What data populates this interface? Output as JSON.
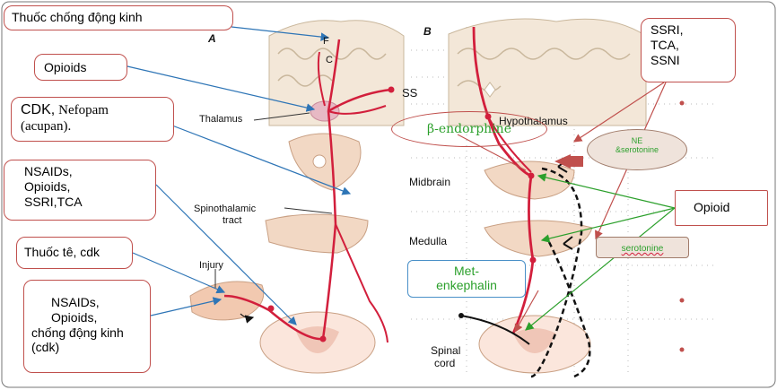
{
  "callouts": {
    "anticonvulsants": "Thuốc chống động kinh",
    "opioids_top": "Opioids",
    "cdk": "CDK,",
    "nefopam": "Nefopam",
    "acupan": "(acupan).",
    "nsaids_mid_1": "NSAIDs,",
    "nsaids_mid_2": "Opioids,",
    "nsaids_mid_3": "SSRI,TCA",
    "local_anesthetic": "Thuốc tê, cdk",
    "nsaids_low_1": "NSAIDs,",
    "nsaids_low_2": "Opioids,",
    "nsaids_low_3": "chống động kinh",
    "nsaids_low_4": "(cdk)",
    "ssri_1": "SSRI,",
    "ssri_2": "TCA,",
    "ssri_3": "SSNI",
    "opioid_right": "Opioid",
    "beta_endorphine": "β-endorphine",
    "met_1": "Met-",
    "met_2": "enkephalin",
    "ne_1": "NE",
    "ne_2": "&serotonine",
    "serotonine": "serotonine"
  },
  "anatomy": {
    "panel_a": "A",
    "panel_b": "B",
    "f": "F",
    "c": "C",
    "ss": "SS",
    "thalamus": "Thalamus",
    "spinothalamic_1": "Spinothalamic",
    "spinothalamic_2": "tract",
    "injury": "Injury",
    "hypothalamus": "Hypothalamus",
    "midbrain": "Midbrain",
    "medulla": "Medulla",
    "spinal_1": "Spinal",
    "spinal_2": "cord"
  },
  "colors": {
    "callout_border": "#c0504d",
    "pathway_red": "#d21f3c",
    "arrow_blue": "#2e75b6",
    "arrow_green": "#2ca02c",
    "arrow_brown": "#c0504d",
    "tissue": "#f2c9b0"
  }
}
